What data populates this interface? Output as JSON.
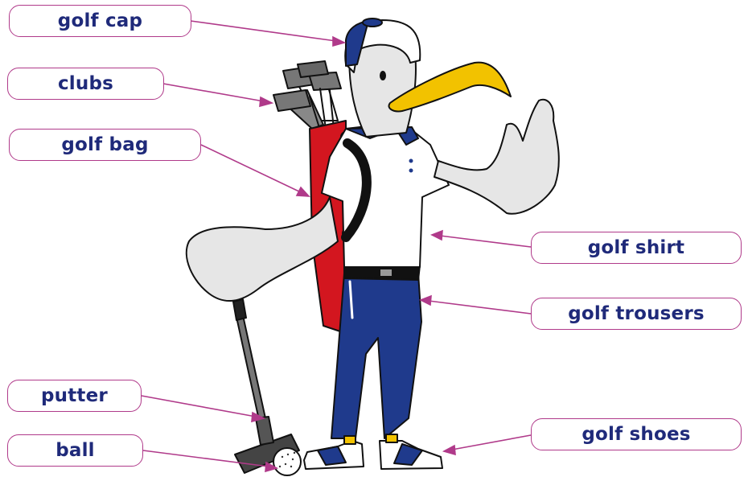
{
  "labels": {
    "golf_cap": "golf cap",
    "clubs": "clubs",
    "golf_bag": "golf bag",
    "golf_shirt": "golf shirt",
    "golf_trousers": "golf trousers",
    "putter": "putter",
    "ball": "ball",
    "golf_shoes": "golf shoes"
  },
  "colors": {
    "label_text": "#1f2a7a",
    "label_border": "#b03a8a",
    "leader_line": "#b03a8a",
    "trousers": "#1f3a8c",
    "bag": "#d3161f",
    "beak": "#f2c200",
    "body": "#e6e6e6"
  }
}
